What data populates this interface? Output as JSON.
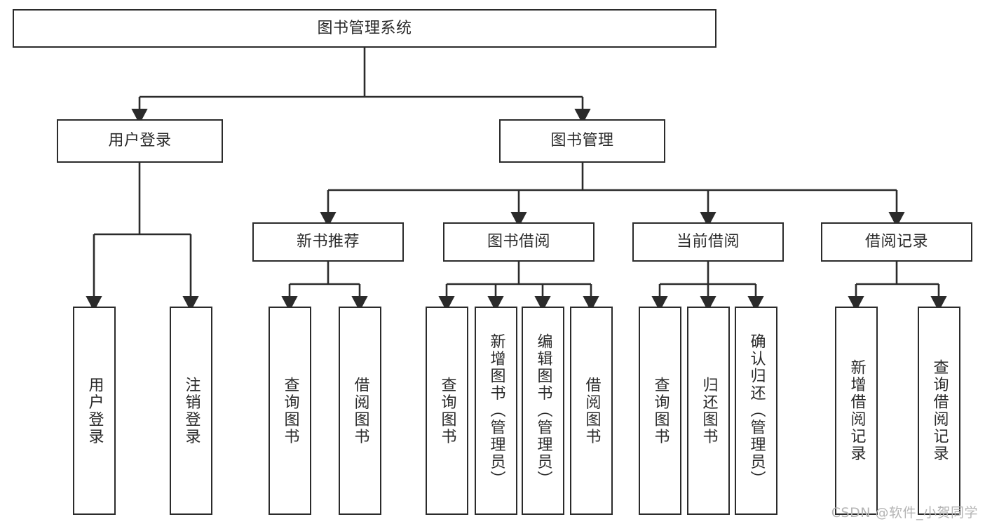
{
  "diagram": {
    "title": "图书管理系统",
    "type": "tree-hierarchy-chart",
    "watermark": "CSDN @软件_小贺同学",
    "colors": {
      "stroke": "#2b2b2b",
      "fill": "#ffffff",
      "text": "#2a2a2a",
      "watermark": "#b4b4b4"
    },
    "levels": {
      "root": {
        "label": "图书管理系统"
      },
      "level2": [
        {
          "id": "user-login",
          "label": "用户登录"
        },
        {
          "id": "book-management",
          "label": "图书管理"
        }
      ],
      "level3": [
        {
          "id": "new-book-recommend",
          "label": "新书推荐"
        },
        {
          "id": "book-borrow",
          "label": "图书借阅"
        },
        {
          "id": "current-borrow",
          "label": "当前借阅"
        },
        {
          "id": "borrow-record",
          "label": "借阅记录"
        }
      ],
      "leaves": [
        {
          "id": "leaf-user-login",
          "label": "用户登录",
          "parent": "user-login"
        },
        {
          "id": "leaf-logout-login",
          "label": "注销登录",
          "parent": "user-login"
        },
        {
          "id": "leaf-query-book-1",
          "label": "查询图书",
          "parent": "new-book-recommend"
        },
        {
          "id": "leaf-borrow-book-1",
          "label": "借阅图书",
          "parent": "new-book-recommend"
        },
        {
          "id": "leaf-query-book-2",
          "label": "查询图书",
          "parent": "book-borrow"
        },
        {
          "id": "leaf-add-book",
          "label": "新增图书（管理员）",
          "parent": "book-borrow"
        },
        {
          "id": "leaf-edit-book",
          "label": "编辑图书（管理员）",
          "parent": "book-borrow"
        },
        {
          "id": "leaf-borrow-book-2",
          "label": "借阅图书",
          "parent": "book-borrow"
        },
        {
          "id": "leaf-query-book-3",
          "label": "查询图书",
          "parent": "current-borrow"
        },
        {
          "id": "leaf-return-book",
          "label": "归还图书",
          "parent": "current-borrow"
        },
        {
          "id": "leaf-confirm-return",
          "label": "确认归还（管理员）",
          "parent": "current-borrow"
        },
        {
          "id": "leaf-add-record",
          "label": "新增借阅记录",
          "parent": "borrow-record"
        },
        {
          "id": "leaf-query-record",
          "label": "查询借阅记录",
          "parent": "borrow-record"
        }
      ]
    }
  }
}
